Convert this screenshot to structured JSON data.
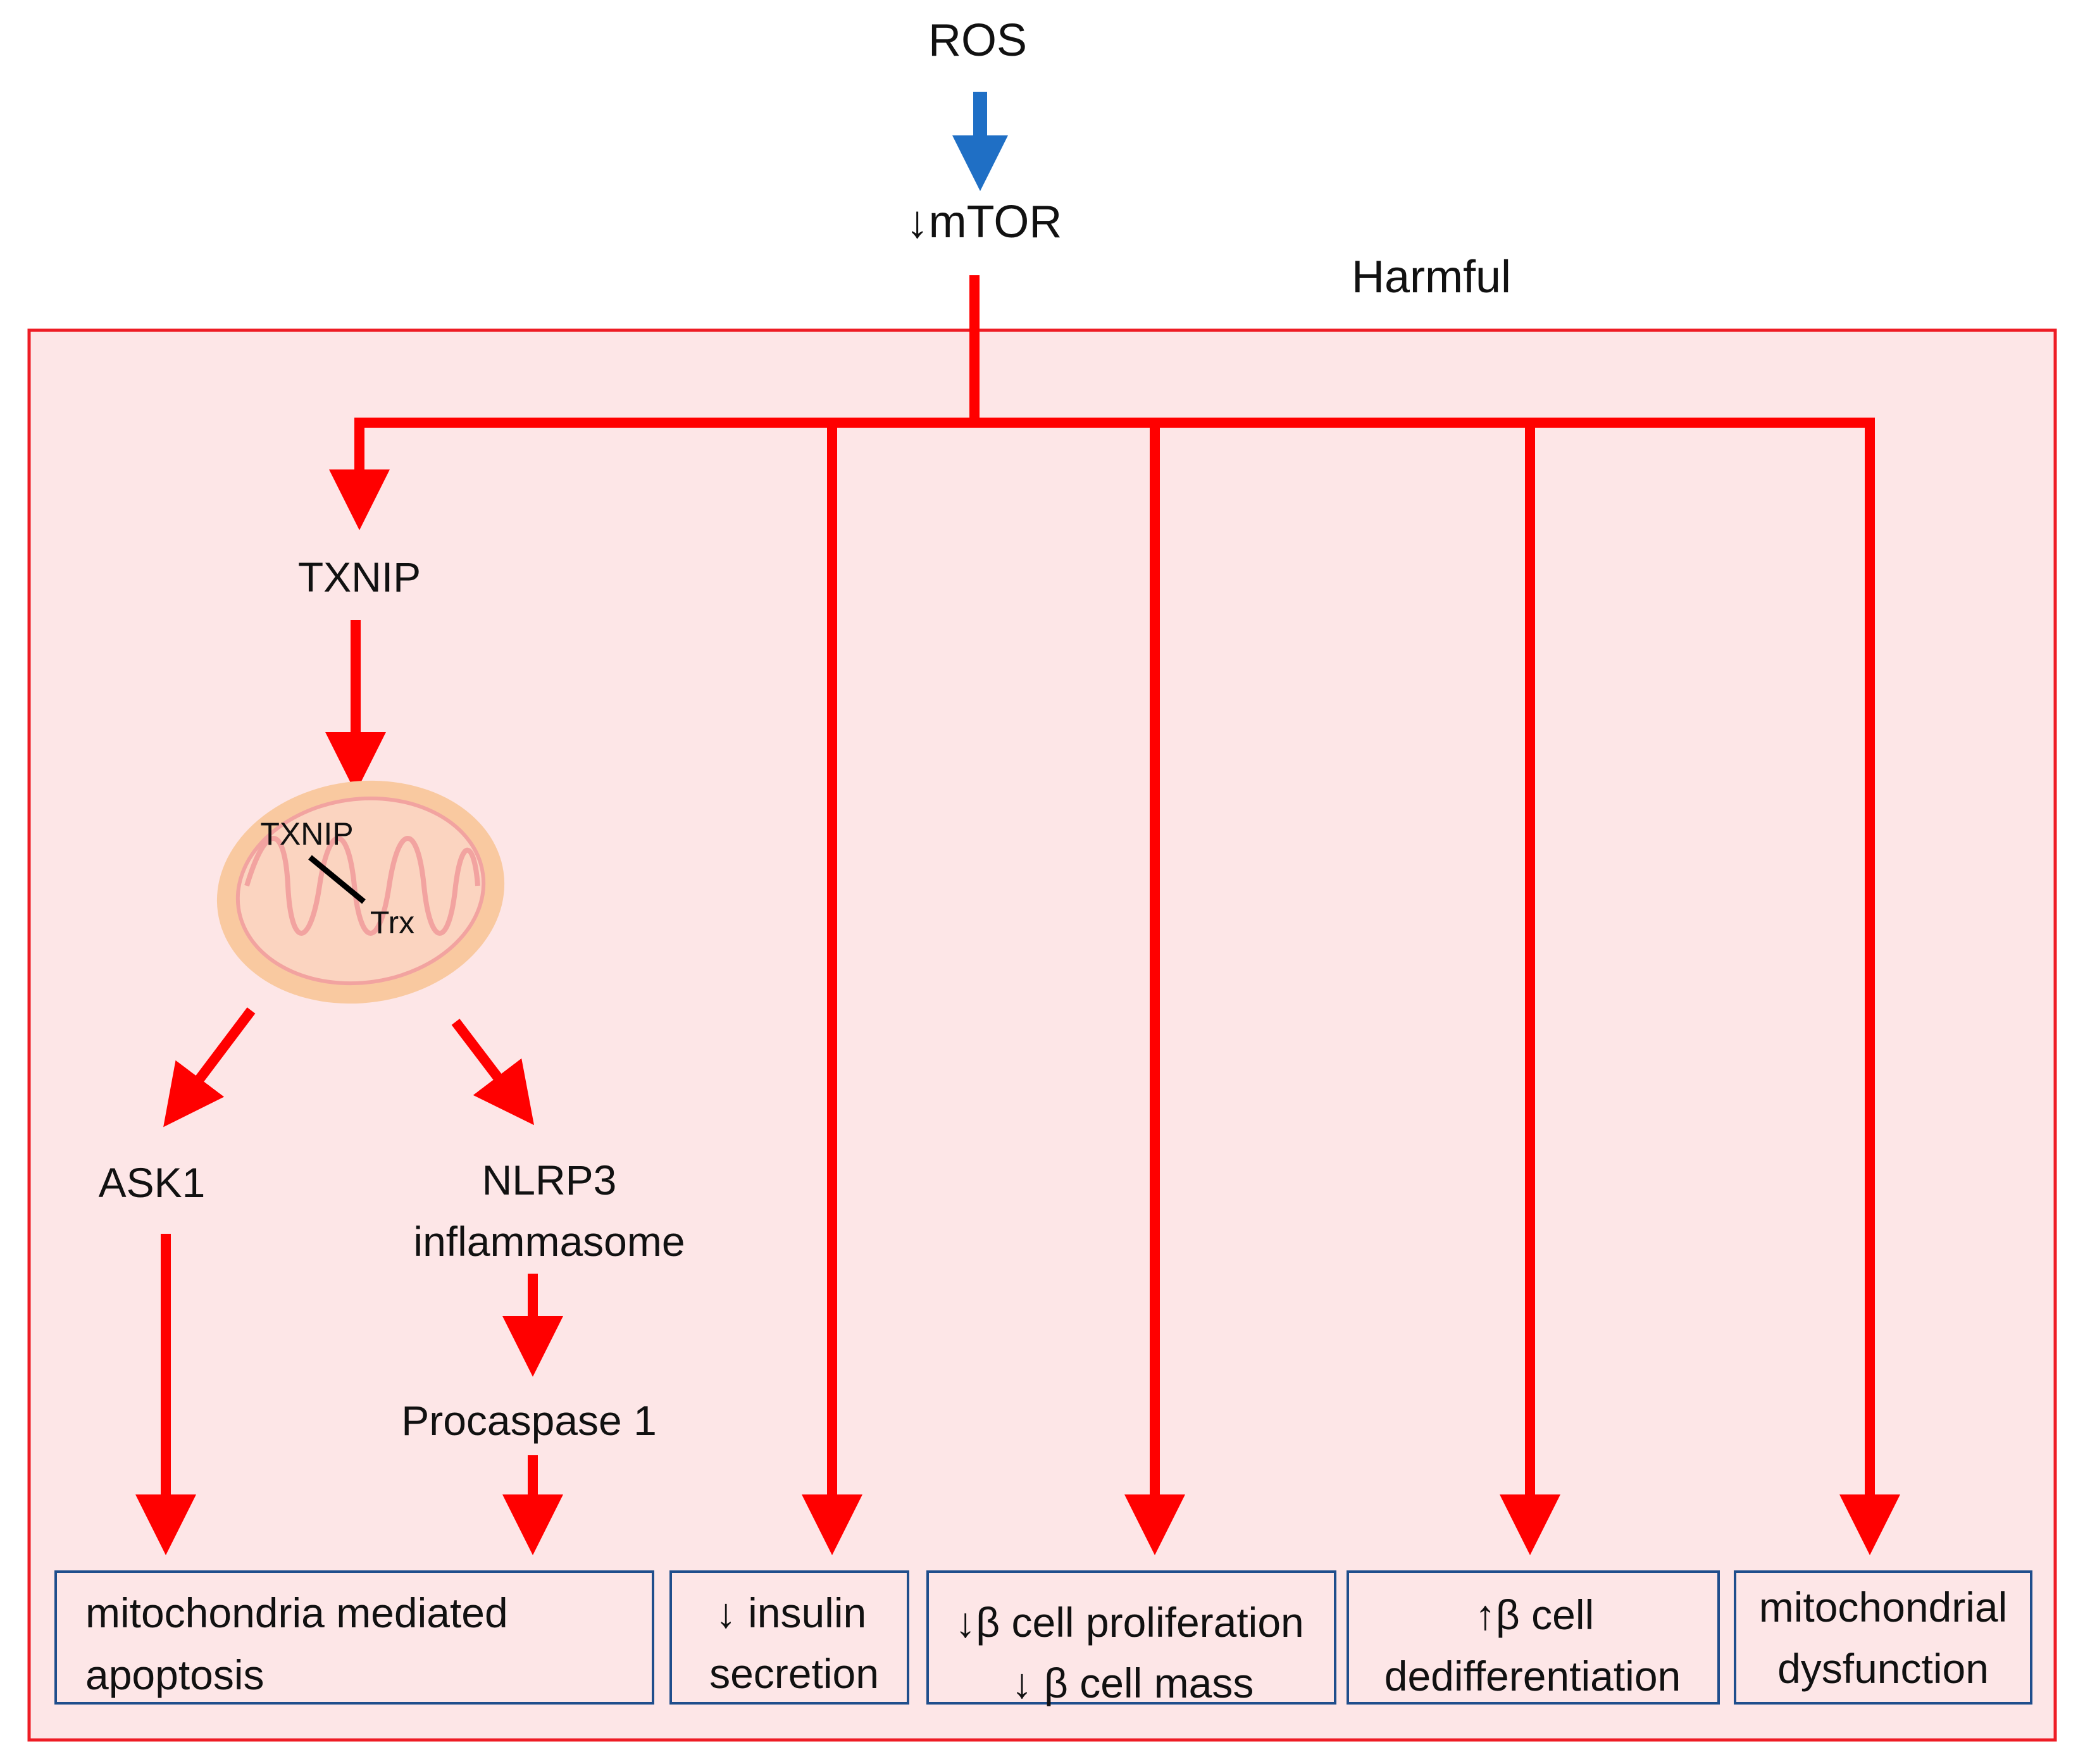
{
  "colors": {
    "harmful_fill": "#fde6e7",
    "harmful_border": "#ee1c25",
    "red_arrow": "#ff0000",
    "blue_arrow": "#1f6fc5",
    "box_border": "#1f4e8c",
    "mito_fill": "#f9c9a0",
    "mito_inner": "#f6b8b0"
  },
  "nodes": {
    "ros": "ROS",
    "mtor": "↓mTOR",
    "region_label": "Harmful",
    "txnip_top": "TXNIP",
    "txnip_inner": "TXNIP",
    "trx": "Trx",
    "ask1": "ASK1",
    "nlrp3_line1": "NLRP3",
    "nlrp3_line2": "inflammasome",
    "procaspase": "Procaspase 1"
  },
  "outcomes": [
    {
      "line1": "mitochondria mediated",
      "line2": "apoptosis"
    },
    {
      "line1": "↓ insulin",
      "line2": "secretion"
    },
    {
      "line1": "↓β cell proliferation",
      "line2": "↓ β cell mass"
    },
    {
      "line1": "↑β cell",
      "line2": "dedifferentiation"
    },
    {
      "line1": "mitochondrial",
      "line2": "dysfunction"
    }
  ]
}
